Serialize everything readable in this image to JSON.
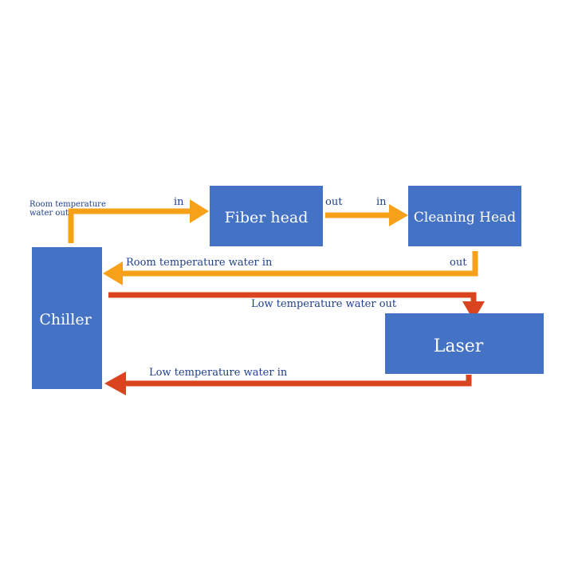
{
  "colors": {
    "box": "#4472C4",
    "room_arrow": "#F7A11A",
    "low_arrow": "#D9431E",
    "label": "#1F3F8F",
    "box_text": "#FFFFFF"
  },
  "boxes": {
    "chiller": "Chiller",
    "fiber_head": "Fiber head",
    "cleaning_head": "Cleaning Head",
    "laser": "Laser"
  },
  "labels": {
    "room_water_out_line1": "Room temperature",
    "room_water_out_line2": "water out",
    "fiber_in": "in",
    "fiber_out": "out",
    "cleaning_in": "in",
    "cleaning_out": "out",
    "room_water_in": "Room temperature water in",
    "low_water_out": "Low temperature water out",
    "low_water_in": "Low temperature water in"
  }
}
